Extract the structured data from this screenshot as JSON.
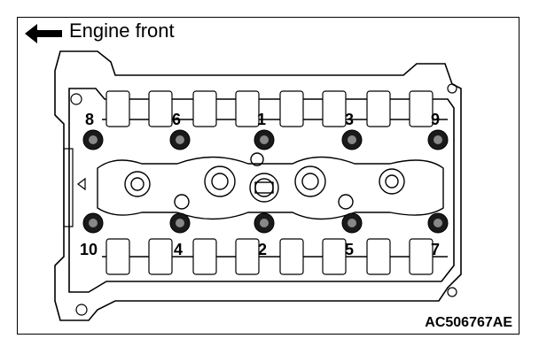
{
  "header": {
    "direction_label": "Engine front",
    "arrow_icon": "left-arrow-icon"
  },
  "diagram": {
    "code": "AC506767AE",
    "bolts": [
      {
        "label": "8"
      },
      {
        "label": "6"
      },
      {
        "label": "1"
      },
      {
        "label": "3"
      },
      {
        "label": "9"
      },
      {
        "label": "10"
      },
      {
        "label": "4"
      },
      {
        "label": "2"
      },
      {
        "label": "5"
      },
      {
        "label": "7"
      }
    ]
  }
}
